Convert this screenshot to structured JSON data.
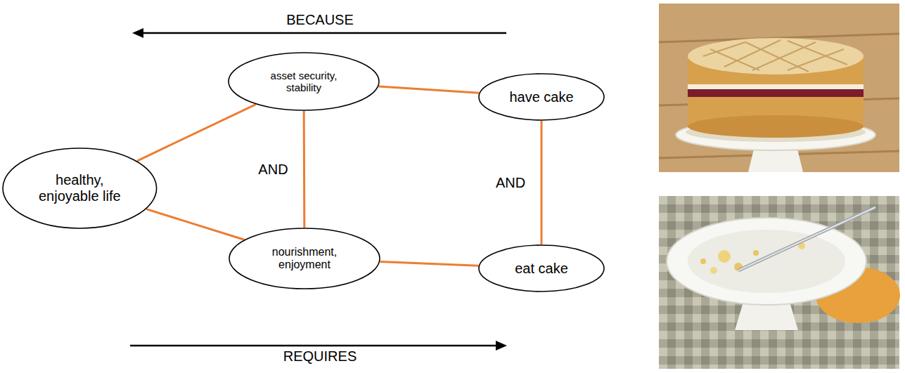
{
  "diagram": {
    "nodes": [
      {
        "text": [
          "asset security, stability"
        ]
      },
      {
        "text": [
          "have cake"
        ]
      },
      {
        "text": [
          "healthy, enjoyable life"
        ]
      },
      {
        "text": [
          "nourishment, enjoyment"
        ]
      },
      {
        "text": [
          "eat cake"
        ]
      }
    ],
    "edges": [
      {
        "from": 2,
        "to": 0,
        "arrow": "none"
      },
      {
        "from": 2,
        "to": 3,
        "arrow": "none"
      },
      {
        "from": 0,
        "to": 3,
        "arrow": "none",
        "label": "AND"
      },
      {
        "from": 0,
        "to": 1,
        "arrow": "none"
      },
      {
        "from": 1,
        "to": 4,
        "arrow": "none",
        "label": "AND"
      },
      {
        "from": 3,
        "to": 4,
        "arrow": "none"
      }
    ],
    "labels": [
      "BECAUSE",
      "REQUIRES"
    ]
  }
}
